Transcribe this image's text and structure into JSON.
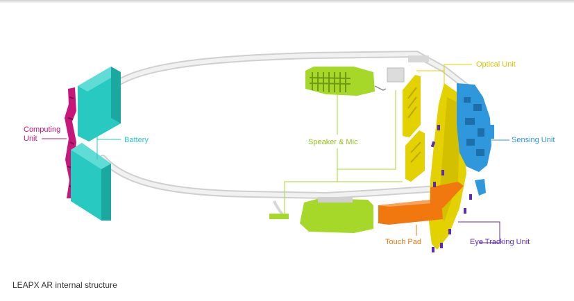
{
  "labels": {
    "computing_unit": "Computing\nUnit",
    "battery": "Battery",
    "speaker_mic": "Speaker & Mic",
    "optical_unit": "Optical Unit",
    "sensing_unit": "Sensing Unit",
    "touch_pad": "Touch Pad",
    "eye_tracking_unit": "Eye Tracking Unit"
  },
  "caption": "LEAPX AR internal structure",
  "colors": {
    "computing": "#c8177a",
    "battery": "#27c9c1",
    "speaker": "#a6d82a",
    "optical": "#e4d200",
    "sensing": "#2f97dc",
    "touchpad": "#f0780e",
    "eye_tracking": "#5b2bb0",
    "frame": "#e6e6e6"
  }
}
